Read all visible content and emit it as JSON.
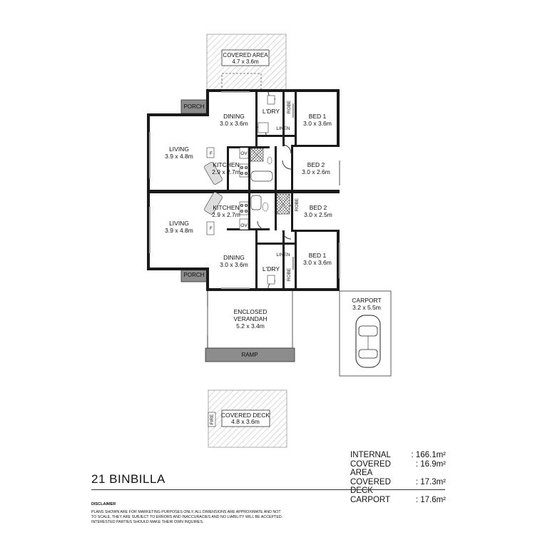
{
  "rooms": {
    "covered_area": {
      "name": "COVERED AREA",
      "dims": "4.7 x 3.6m"
    },
    "porch_top": {
      "name": "PORCH"
    },
    "dining_top": {
      "name": "DINING",
      "dims": "3.0 x 3.6m"
    },
    "ldry_top": {
      "name": "L'DRY"
    },
    "robe_top": {
      "name": "ROBE"
    },
    "linen_top": {
      "name": "LINEN"
    },
    "bed1_top": {
      "name": "BED 1",
      "dims": "3.0 x 3.6m"
    },
    "living_top": {
      "name": "LIVING",
      "dims": "3.9 x 4.8m"
    },
    "kitchen_top": {
      "name": "KITCHEN",
      "dims": "2.9 x 2.7m"
    },
    "bed2_top": {
      "name": "BED 2",
      "dims": "3.0 x 2.6m"
    },
    "kitchen_bottom": {
      "name": "KITCHEN",
      "dims": "2.9 x 2.7m"
    },
    "robe_mid": {
      "name": "ROBE"
    },
    "bed2_bottom": {
      "name": "BED 2",
      "dims": "3.0 x 2.5m"
    },
    "living_bottom": {
      "name": "LIVING",
      "dims": "3.9 x 4.8m"
    },
    "linen_bottom": {
      "name": "LINEN"
    },
    "dining_bottom": {
      "name": "DINING",
      "dims": "3.0 x 3.6m"
    },
    "ldry_bottom": {
      "name": "L'DRY"
    },
    "robe_bottom": {
      "name": "ROBE"
    },
    "bed1_bottom": {
      "name": "BED 1",
      "dims": "3.0 x 3.6m"
    },
    "porch_bottom": {
      "name": "PORCH"
    },
    "carport": {
      "name": "CARPORT",
      "dims": "3.2 x 5.5m"
    },
    "verandah": {
      "line1": "ENCLOSED",
      "line2": "VERANDAH",
      "dims": "5.2 x 3.4m"
    },
    "ramp": {
      "name": "RAMP"
    },
    "covered_deck": {
      "name": "COVERED DECK",
      "dims": "4.8 x 3.6m"
    },
    "fire": {
      "name": "FIRE"
    }
  },
  "fixtures": {
    "fridge": "F",
    "oven": "OV"
  },
  "property_title": "21 BINBILLA",
  "areas": [
    {
      "label": "INTERNAL",
      "value": ": 166.1m²"
    },
    {
      "label": "COVERED AREA",
      "value": ": 16.9m²"
    },
    {
      "label": "COVERED DECK",
      "value": ": 17.3m²"
    },
    {
      "label": "CARPORT",
      "value": ": 17.6m²"
    }
  ],
  "disclaimer": {
    "heading": "DISCLAIMER",
    "text": "PLANS SHOWN ARE FOR MARKETING PURPOSES ONLY, ALL DIMENSIONS ARE APPROXIMATE AND NOT TO SCALE. THEY ARE SUBJECT TO ERRORS AND INACCURACIES AND NO LIABILITY WILL BE ACCEPTED. INTERESTED PARTIES SHOULD MAKE THEIR OWN INQUIRES."
  },
  "colors": {
    "wall": "#1a1a1a",
    "porch_fill": "#8c8c8c",
    "hatch": "#b0b0b0"
  }
}
